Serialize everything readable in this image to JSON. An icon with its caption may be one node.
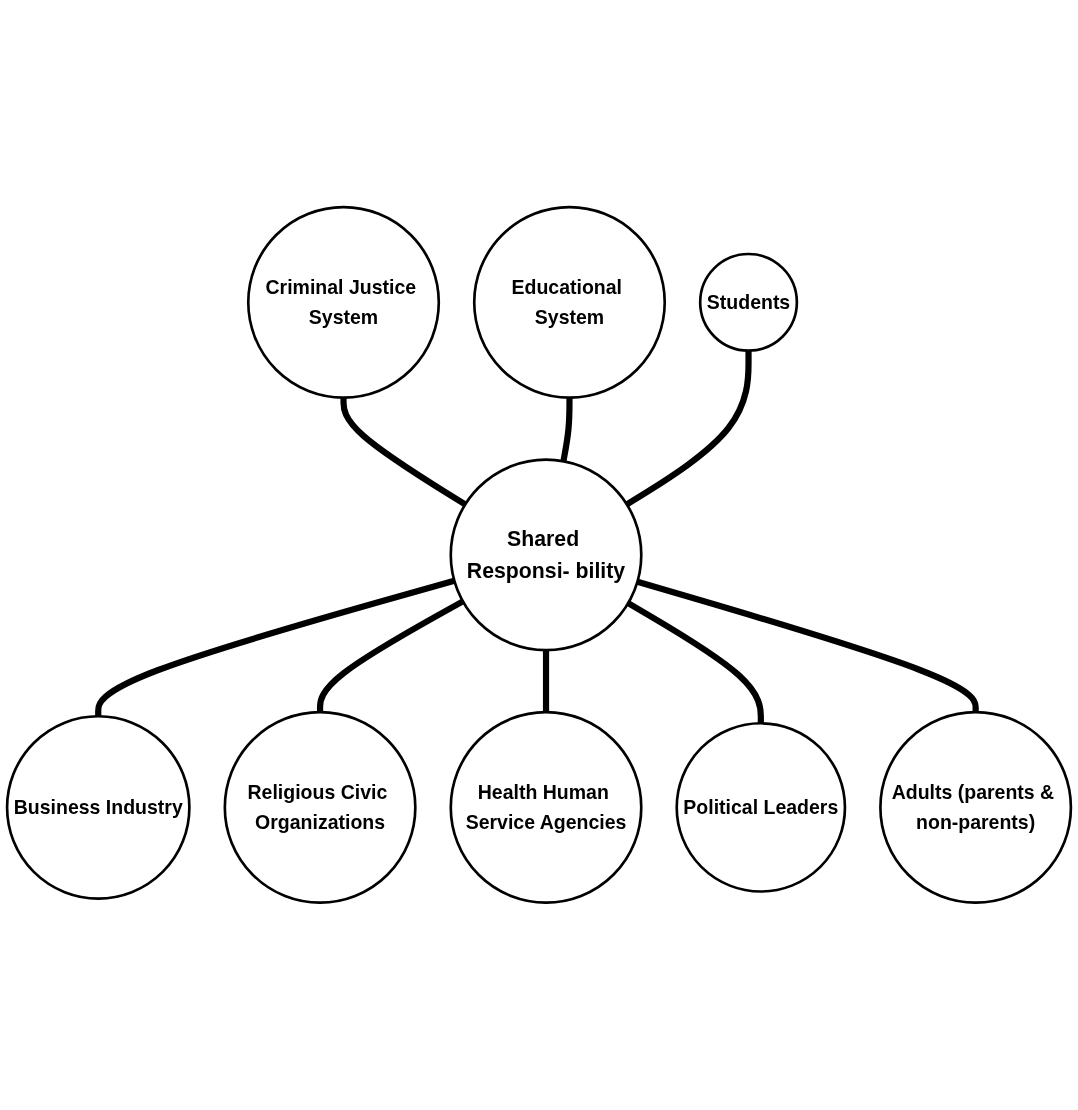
{
  "diagram": {
    "nodes": [
      {
        "text": [
          "Educational System"
        ]
      },
      {
        "text": [
          "Criminal Justice System"
        ]
      },
      {
        "text": [
          "Students"
        ]
      },
      {
        "text": [
          "Business Industry"
        ]
      },
      {
        "text": [
          "Shared Responsi- bility"
        ]
      },
      {
        "text": [
          "Adults (parents & non-parents)"
        ]
      },
      {
        "text": [
          "Religious Civic Organizations"
        ]
      },
      {
        "text": [
          "Political Leaders"
        ]
      },
      {
        "text": [
          "Health Human Service Agencies"
        ]
      }
    ],
    "edges": [
      {
        "from": 1,
        "to": 4,
        "arrow": "none"
      },
      {
        "from": 0,
        "to": 4,
        "arrow": "none"
      },
      {
        "from": 2,
        "to": 4,
        "arrow": "none"
      },
      {
        "from": 4,
        "to": 3,
        "arrow": "none"
      },
      {
        "from": 4,
        "to": 6,
        "arrow": "none"
      },
      {
        "from": 4,
        "to": 8,
        "arrow": "none"
      },
      {
        "from": 4,
        "to": 7,
        "arrow": "none"
      },
      {
        "from": 4,
        "to": 5,
        "arrow": "none"
      }
    ]
  }
}
